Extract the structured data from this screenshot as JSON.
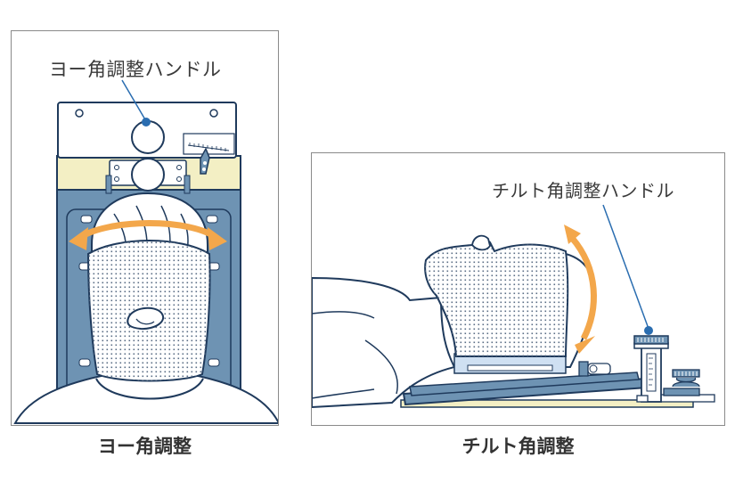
{
  "panels": {
    "yaw": {
      "callout_label": "ヨー角調整ハンドル",
      "caption": "ヨー角調整",
      "arrow_direction": "horizontal-bidirectional-arc"
    },
    "tilt": {
      "callout_label": "チルト角調整ハンドル",
      "caption": "チルト角調整",
      "arrow_direction": "vertical-bidirectional-arc"
    }
  },
  "colors": {
    "outline": "#1f3a5c",
    "steel_blue": "#6e93b3",
    "cream": "#f3efc4",
    "arrow_orange": "#f3a74b",
    "callout_dot": "#2a6db0",
    "light_blue": "#cfe0f2",
    "panel_border": "#8a8a8a",
    "text": "#333333"
  },
  "icons": [
    "handle-dot-icon",
    "bidirectional-arrow-icon",
    "angle-scale-icon"
  ]
}
